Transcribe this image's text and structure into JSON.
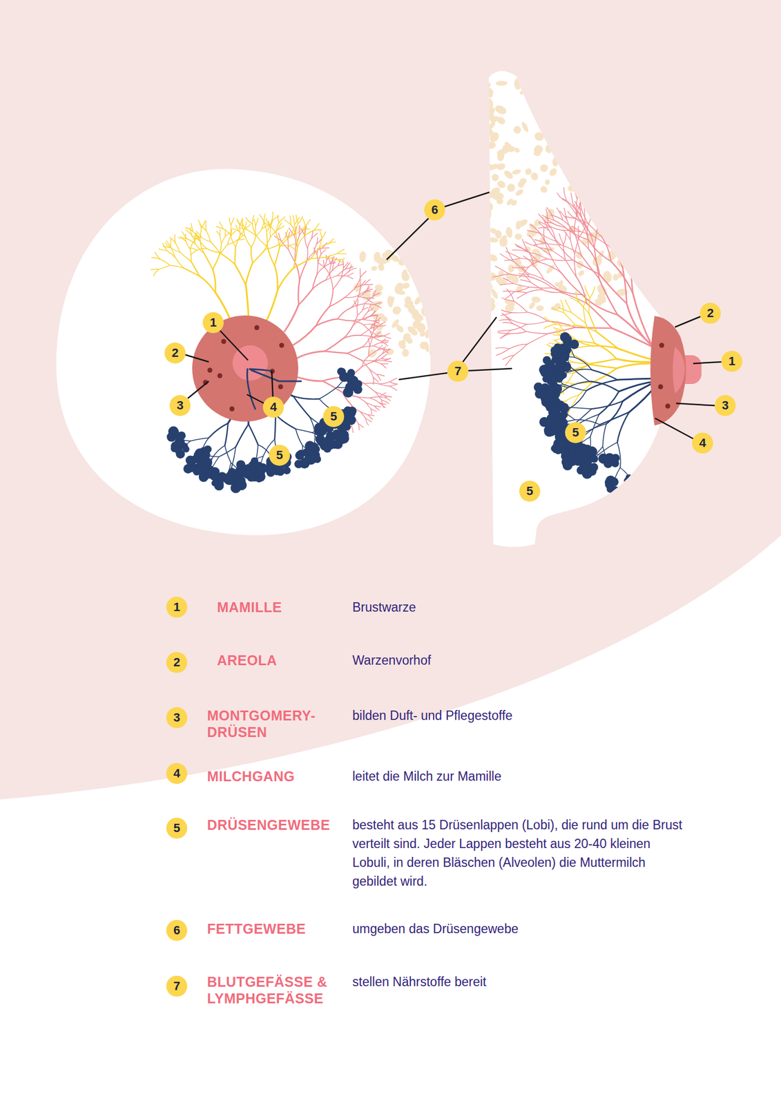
{
  "diagram": {
    "nodes": [
      {
        "text": [
          "6"
        ]
      },
      {
        "text": [
          "2"
        ]
      },
      {
        "text": [
          "1"
        ]
      },
      {
        "text": [
          "2"
        ]
      },
      {
        "text": [
          "1"
        ]
      },
      {
        "text": [
          "7"
        ]
      },
      {
        "text": [
          "3"
        ]
      },
      {
        "text": [
          "3"
        ]
      },
      {
        "text": [
          "4"
        ]
      },
      {
        "text": [
          "5"
        ]
      },
      {
        "text": [
          "5"
        ]
      },
      {
        "text": [
          "4"
        ]
      },
      {
        "text": [
          "5"
        ]
      },
      {
        "text": [
          "5"
        ]
      },
      {
        "text": [
          "1"
        ]
      },
      {
        "text": [
          "2"
        ]
      },
      {
        "text": [
          "3"
        ]
      },
      {
        "text": [
          "4"
        ]
      },
      {
        "text": [
          "5"
        ]
      },
      {
        "text": [
          "6"
        ]
      },
      {
        "text": [
          "7"
        ]
      }
    ],
    "labels": [
      "MAMILLE",
      "Brustwarze",
      "AREOLA",
      "Warzenvorhof",
      "MONTGOMERY- DRÜSEN",
      "bilden Duft- und Pflegestoffe",
      "MILCHGANG",
      "leitet die Milch zur Mamille",
      "DRÜSENGEWEBE",
      "besteht aus 15 Drüsenlappen (Lobi), die rund um die Brust verteilt sind. Jeder Lappen besteht aus 20-40 kleinen Lobuli, in deren Bläschen (Alveolen) die Muttermilch gebildet wird.",
      "FETTGEWEBE",
      "umgeben das Drüsengewebe",
      "BLUTGEFÄSSE & LYMPHGEFÄSSE",
      "stellen Nährstoffe bereit"
    ]
  }
}
